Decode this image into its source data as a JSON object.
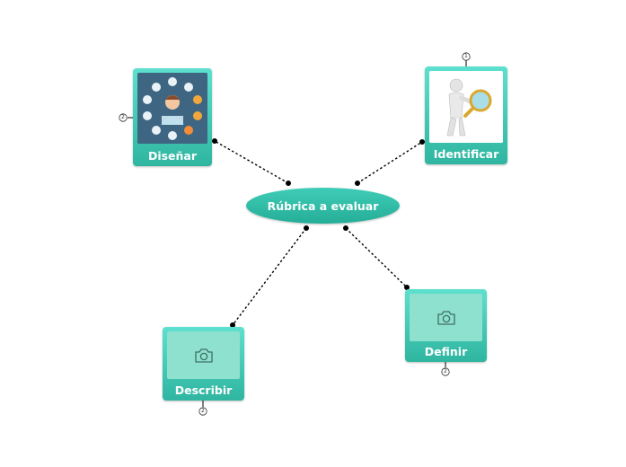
{
  "center": {
    "label": "Rúbrica a evaluar"
  },
  "nodes": {
    "disenar": {
      "label": "Diseñar",
      "badge": "2"
    },
    "identificar": {
      "label": "Identificar",
      "badge": "1"
    },
    "describir": {
      "label": "Describir",
      "badge": "2"
    },
    "definir": {
      "label": "Definir",
      "badge": "2"
    }
  },
  "colors": {
    "node_top": "#5ee0cf",
    "node_bottom": "#2fb5a0",
    "connector": "#000000"
  },
  "icons": {
    "placeholder": "camera-icon"
  }
}
